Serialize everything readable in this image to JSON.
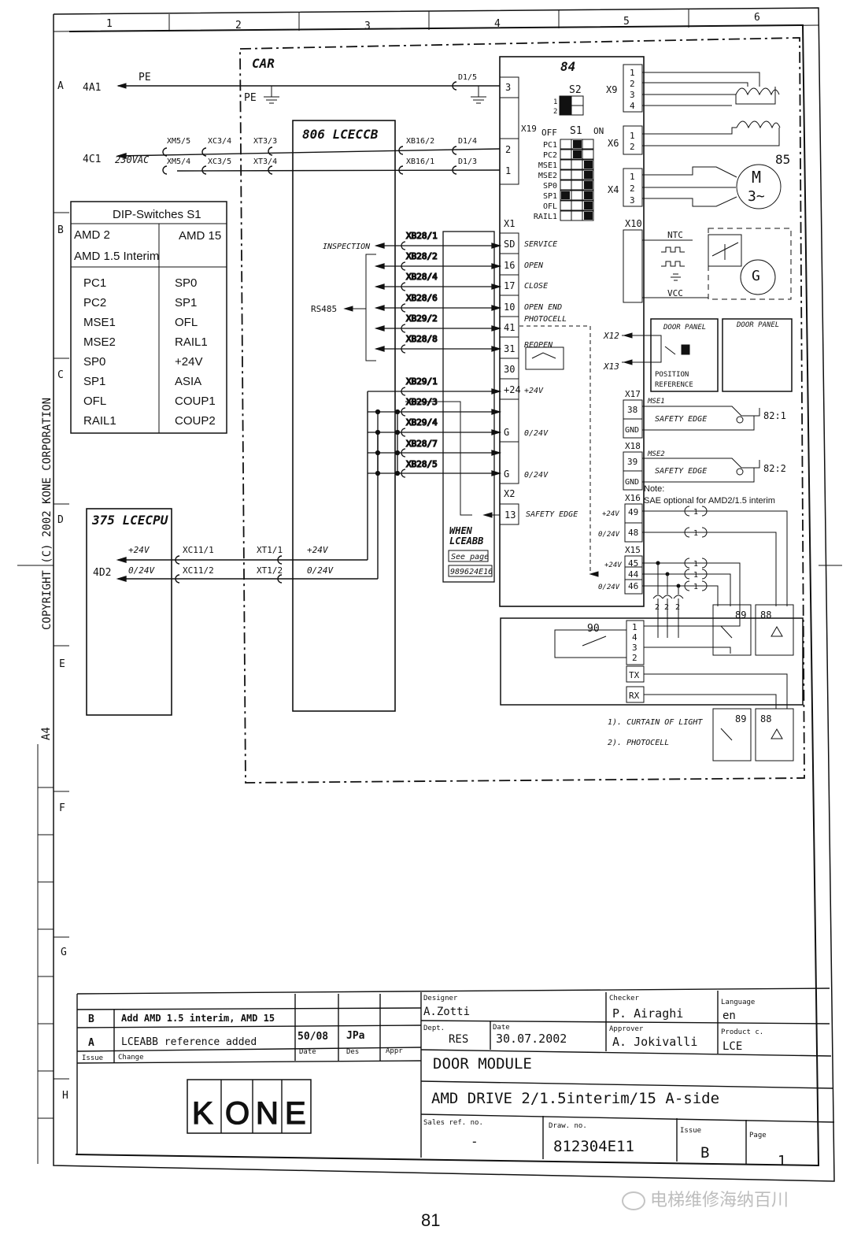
{
  "grid": {
    "columns": [
      "1",
      "2",
      "3",
      "4",
      "5",
      "6"
    ],
    "rows": [
      "A",
      "B",
      "C",
      "D",
      "E",
      "F",
      "G",
      "H"
    ]
  },
  "copyright": "COPYRIGHT (C) 2002 KONE CORPORATION",
  "paper_size": "A4",
  "refs": {
    "pe_ref": "4A1",
    "pe_label": "PE",
    "supply_ref": "4C1",
    "supply_label": "230VAC",
    "cpu_ref": "4D2"
  },
  "dip_table": {
    "title": "DIP-Switches S1",
    "col1_head": [
      "AMD 2",
      "AMD 1.5 Interim"
    ],
    "col2_head": "AMD 15",
    "col1": [
      "PC1",
      "PC2",
      "MSE1",
      "MSE2",
      "SP0",
      "SP1",
      "OFL",
      "RAIL1"
    ],
    "col2": [
      "SP0",
      "SP1",
      "OFL",
      "RAIL1",
      "+24V",
      "ASIA",
      "COUP1",
      "COUP2"
    ]
  },
  "modules": {
    "car": "CAR",
    "lceccb": "806 LCECCB",
    "lcecpu": "375 LCECPU",
    "board": "84",
    "motor": "85",
    "motor_m": "M",
    "motor_ac": "3~",
    "generator": "G",
    "ntc": "NTC",
    "vcc": "VCC",
    "s2": "S2",
    "s1": "S1",
    "off": "OFF",
    "on": "ON",
    "x1": "X1",
    "x2": "X2",
    "x4": "X4",
    "x6": "X6",
    "x9": "X9",
    "x10": "X10",
    "x19": "X19",
    "unit90": "90",
    "unit89": "89",
    "unit88": "88",
    "ref82_1": "82:1",
    "ref82_2": "82:2"
  },
  "s1_switches": [
    "PC1",
    "PC2",
    "MSE1",
    "MSE2",
    "SP0",
    "SP1",
    "OFL",
    "RAIL1"
  ],
  "connectors": {
    "xm5_5": "XM5/5",
    "xc3_4": "XC3/4",
    "xt3_3": "XT3/3",
    "xb16_2": "XB16/2",
    "d1_4": "D1/4",
    "d1_5": "D1/5",
    "xm5_4": "XM5/4",
    "xc3_5": "XC3/5",
    "xt3_4": "XT3/4",
    "xb16_1": "XB16/1",
    "d1_3": "D1/3",
    "xc11_1": "XC11/1",
    "xc11_2": "XC11/2",
    "xt1_1": "XT1/1",
    "xt1_2": "XT1/2",
    "xb28": [
      "XB28/1",
      "XB28/2",
      "XB28/4",
      "XB28/6",
      "XB29/2",
      "XB28/8",
      "XB29/1",
      "XB29/3",
      "XB29/4",
      "XB28/7",
      "XB28/5"
    ]
  },
  "signals": {
    "inspection": "INSPECTION",
    "rs485": "RS485",
    "plus24": "+24V",
    "zero24": "0/24V",
    "pe": "PE",
    "x1_pins": [
      "SD",
      "16",
      "17",
      "10",
      "41",
      "31",
      "30",
      "+24",
      "G",
      "G"
    ],
    "x1_labels": [
      "SERVICE",
      "OPEN",
      "CLOSE",
      "OPEN END",
      "PHOTOCELL",
      "REOPEN",
      "+24V",
      "0/24V",
      "0/24V"
    ],
    "x2_pin": "13",
    "x2_label": "SAFETY EDGE",
    "board_pins": [
      "3",
      "2",
      "1"
    ]
  },
  "when_box": {
    "line1": "WHEN",
    "line2": "LCEABB",
    "line3": "See page",
    "line4": "989624E16"
  },
  "right": {
    "door_panel": "DOOR PANEL",
    "x12": "X12",
    "x13": "X13",
    "position_ref": [
      "POSITION",
      "REFERENCE"
    ],
    "x17": "X17",
    "x18": "X18",
    "x16": "X16",
    "x15": "X15",
    "mse1": "MSE1",
    "mse2": "MSE2",
    "safety_edge": "SAFETY EDGE",
    "pin38": "38",
    "pin39": "39",
    "gnd": "GND",
    "pins_x16": [
      "49",
      "48"
    ],
    "pins_x15": [
      "45",
      "44",
      "46"
    ],
    "note_title": "Note:",
    "note": "SAE optional for AMD2/1.5 interim",
    "one": "1",
    "two": "2",
    "pins90": [
      "1",
      "4",
      "3",
      "2"
    ],
    "tx": "TX",
    "rx": "RX",
    "legend1": "1). CURTAIN OF LIGHT",
    "legend2": "2). PHOTOCELL"
  },
  "title_block": {
    "revisions": [
      {
        "issue": "B",
        "change": "Add AMD 1.5 interim, AMD 15",
        "date": "",
        "des": ""
      },
      {
        "issue": "A",
        "change": "LCEABB reference added",
        "date": "50/08",
        "des": "JPa"
      }
    ],
    "rev_headers": {
      "issue": "Issue",
      "change": "Change",
      "date": "Date",
      "des": "Des",
      "appr": "Appr"
    },
    "designer_label": "Designer",
    "designer": "A.Zotti",
    "checker_label": "Checker",
    "checker": "P. Airaghi",
    "language_label": "Language",
    "language": "en",
    "dept_label": "Dept.",
    "dept": "RES",
    "date_label": "Date",
    "date": "30.07.2002",
    "approver_label": "Approver",
    "approver": "A. Jokivalli",
    "product_label": "Product c.",
    "product": "LCE",
    "title1": "DOOR MODULE",
    "title2": "AMD DRIVE 2/1.5interim/15  A-side",
    "sales_label": "Sales ref. no.",
    "sales": "-",
    "draw_label": "Draw. no.",
    "draw": "812304E11",
    "issue_label": "Issue",
    "issue": "B",
    "page_label": "Page",
    "page": "1",
    "logo": "KONE"
  },
  "page_number": "81",
  "watermark": "电梯维修海纳百川"
}
